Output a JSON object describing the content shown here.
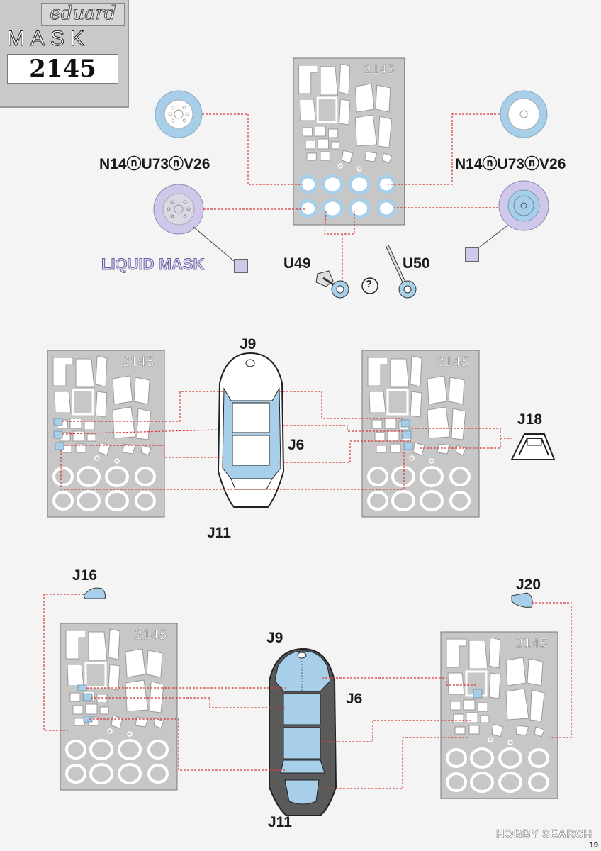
{
  "header": {
    "brand": "eduard",
    "product_line": "MASK",
    "set_number": "2145"
  },
  "colors": {
    "mask_blue": "#a7cfe9",
    "liquid_mask": "#cfc8ea",
    "leader_red": "#d83a3a",
    "sheet_gray": "#c7c7c7"
  },
  "sheet_number": "2145",
  "section1": {
    "paint_codes_left": "N14ⓝU73ⓝV26",
    "paint_codes_right": "N14ⓝU73ⓝV26",
    "liquid_mask_label": "LIQUID MASK",
    "part_u49": "U49",
    "part_u50": "U50",
    "question_mark": "?"
  },
  "section2": {
    "j9": "J9",
    "j6": "J6",
    "j11": "J11",
    "j18": "J18"
  },
  "section3": {
    "j16": "J16",
    "j20": "J20",
    "j9": "J9",
    "j6": "J6",
    "j11": "J11"
  },
  "footer": {
    "watermark": "HOBBY SEARCH",
    "page_number": "19"
  }
}
